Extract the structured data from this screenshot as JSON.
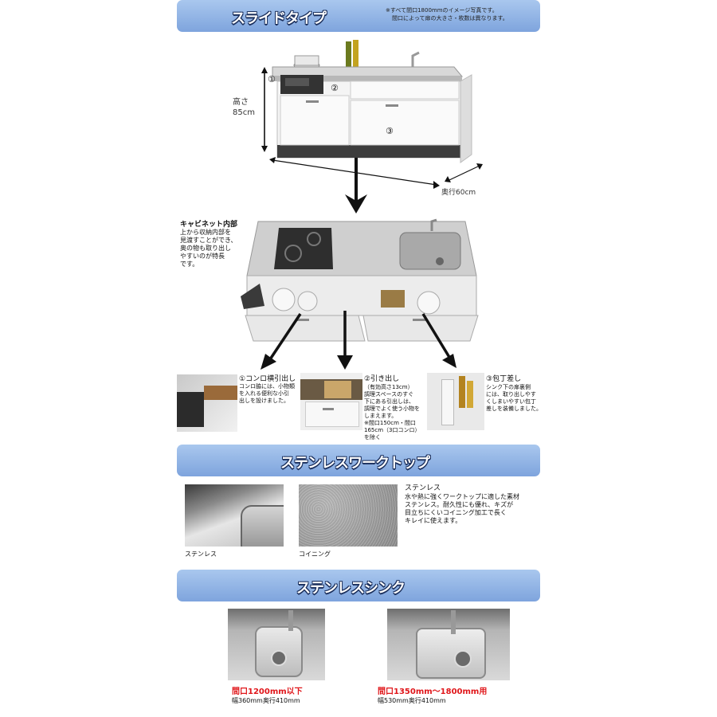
{
  "sections": {
    "slide": {
      "title": "スライドタイプ",
      "note_line1": "※すべて間口1800mmのイメージ写真です。",
      "note_line2": "間口によって扉の大きさ・枚数は異なります。"
    },
    "worktop": {
      "title": "ステンレスワークトップ"
    },
    "sink": {
      "title": "ステンレスシンク"
    }
  },
  "dimensions": {
    "height_label": "高さ",
    "height_value": "85cm",
    "depth_label": "奥行60cm"
  },
  "markers": {
    "m1": "①",
    "m2": "②",
    "m3": "③"
  },
  "cabinet_note": {
    "title": "キャビネット内部",
    "lines": [
      "上から収納内部を",
      "見渡すことができ、",
      "奥の物も取り出し",
      "やすいのが特長",
      "です。"
    ]
  },
  "features": [
    {
      "title": "①コンロ横引出し",
      "lines": [
        "コンロ脇には、小物類",
        "を入れる便利な小引",
        "出しを設けました。"
      ]
    },
    {
      "title": "②引き出し",
      "lines": [
        "（有効高さ13cm）",
        "調理スペースのすぐ",
        "下にある引出しは、",
        "調理でよく使う小物を",
        "しまえます。",
        "※間口150cm・間口",
        "165cm（3口コンロ）",
        "を除く"
      ]
    },
    {
      "title": "③包丁差し",
      "lines": [
        "シンク下の扉裏側",
        "には、取り出しやす",
        "くしまいやすい包丁",
        "差しを装備しました。"
      ]
    }
  ],
  "worktop": {
    "caption1": "ステンレス",
    "caption2": "コイニング",
    "desc_title": "ステンレス",
    "desc_lines": [
      "水や熱に強くワークトップに適した素材",
      "ステンレス。耐久性にも優れ、キズが",
      "目立ちにくいコイニング加工で長く",
      "キレイに使えます。"
    ]
  },
  "sinks": [
    {
      "label": "間口1200mm以下",
      "size": "幅360mm奥行410mm"
    },
    {
      "label": "間口1350mm～1800mm用",
      "size": "幅530mm奥行410mm"
    }
  ],
  "colors": {
    "banner": "#8fb2e4",
    "banner_text_outline": "#1b2f5c",
    "label_red": "#e0161a"
  }
}
